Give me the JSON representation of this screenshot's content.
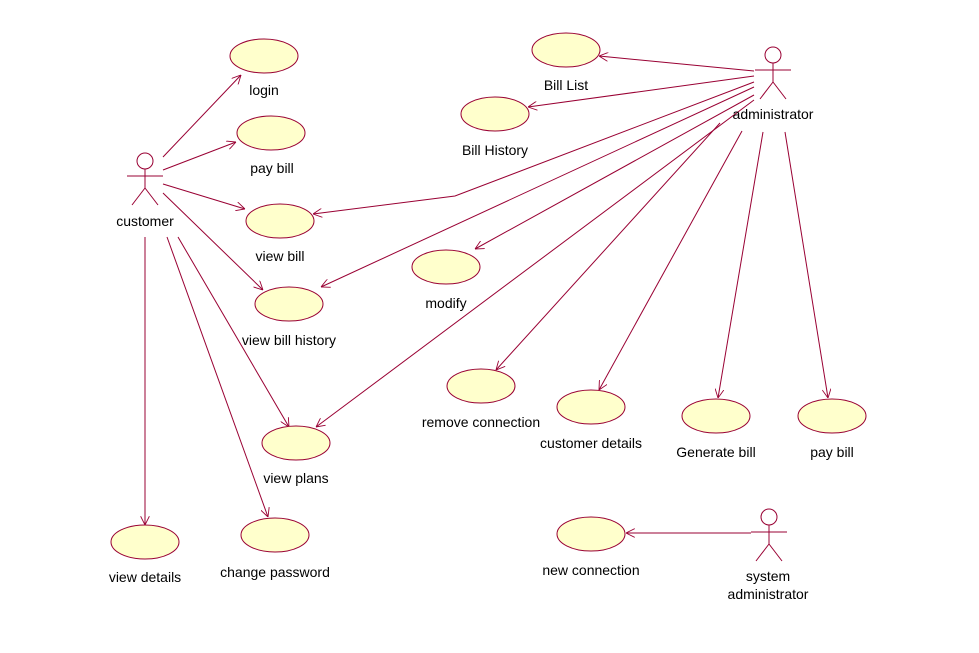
{
  "diagram": {
    "actors": {
      "customer": "customer",
      "administrator": "administrator",
      "system_administrator": [
        "system",
        "administrator"
      ]
    },
    "use_cases": {
      "login": "login",
      "pay_bill_customer": "pay bill",
      "view_bill": "view bill",
      "view_bill_history": "view bill history",
      "view_plans": "view plans",
      "view_details": "view details",
      "change_password": "change password",
      "bill_list": "Bill List",
      "bill_history": "Bill History",
      "modify": "modify",
      "remove_connection": "remove connection",
      "customer_details": "customer details",
      "generate_bill": "Generate bill",
      "pay_bill_admin": "pay bill",
      "new_connection": "new connection"
    }
  }
}
